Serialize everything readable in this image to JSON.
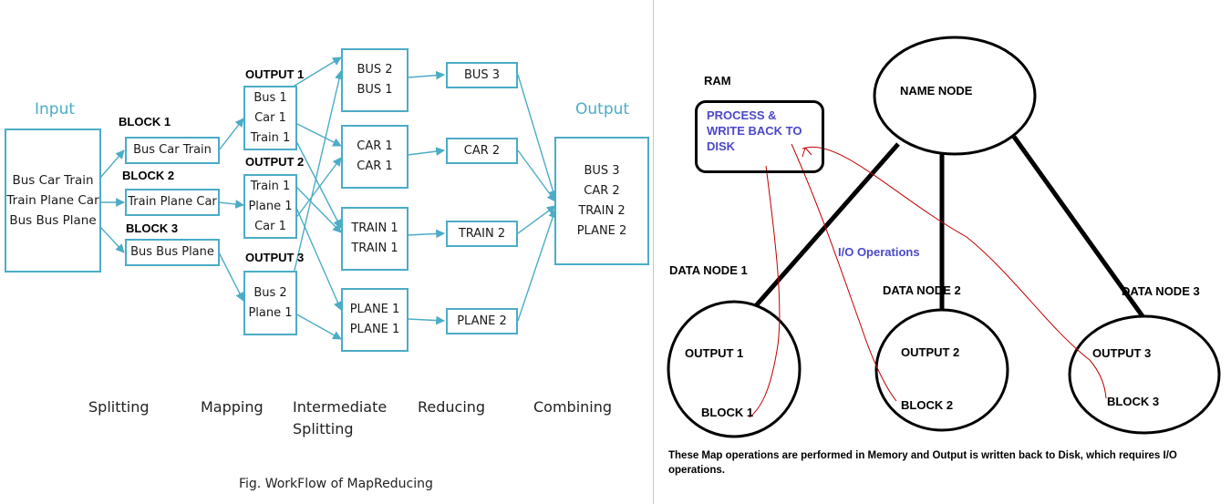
{
  "mapreduce": {
    "input_title": "Input",
    "output_title": "Output",
    "input_lines": [
      "Bus Car Train",
      "Train Plane Car",
      "Bus Bus Plane"
    ],
    "blocks": [
      {
        "label": "BLOCK 1",
        "text": "Bus Car Train"
      },
      {
        "label": "BLOCK 2",
        "text": "Train Plane Car"
      },
      {
        "label": "BLOCK 3",
        "text": "Bus Bus Plane"
      }
    ],
    "outputs": [
      {
        "label": "OUTPUT 1",
        "lines": [
          "Bus 1",
          "Car 1",
          "Train 1"
        ]
      },
      {
        "label": "OUTPUT 2",
        "lines": [
          "Train 1",
          "Plane 1",
          "Car 1"
        ]
      },
      {
        "label": "OUTPUT 3",
        "lines": [
          "Bus 2",
          "Plane 1"
        ]
      }
    ],
    "intermediate": [
      [
        "BUS 2",
        "BUS 1"
      ],
      [
        "CAR 1",
        "CAR 1"
      ],
      [
        "TRAIN 1",
        "TRAIN 1"
      ],
      [
        "PLANE 1",
        "PLANE 1"
      ]
    ],
    "reduced": [
      "BUS 3",
      "CAR  2",
      "TRAIN  2",
      "PLANE  2"
    ],
    "final_lines": [
      "BUS 3",
      "CAR 2",
      "TRAIN 2",
      "PLANE 2"
    ],
    "stages": [
      "Splitting",
      "Mapping",
      "Intermediate Splitting",
      "Reducing",
      "Combining"
    ],
    "stage_intermediate_lines": [
      "Intermediate",
      "Splitting"
    ],
    "caption": "Fig. WorkFlow of MapReducing"
  },
  "hdfs": {
    "ram_label": "RAM",
    "ram_box_text": "PROCESS & WRITE BACK TO DISK",
    "ram_box_lines": [
      "PROCESS &",
      "WRITE BACK TO",
      "DISK"
    ],
    "name_node": "NAME NODE",
    "io_label": "I/O Operations",
    "data_nodes": [
      {
        "label": "DATA NODE 1",
        "output": "OUTPUT 1",
        "block": "BLOCK 1"
      },
      {
        "label": "DATA NODE 2",
        "output": "OUTPUT 2",
        "block": "BLOCK 2"
      },
      {
        "label": "DATA NODE 3",
        "output": "OUTPUT 3",
        "block": "BLOCK 3"
      }
    ],
    "note": "These Map operations are performed in Memory and Output is written back to Disk, which requires I/O operations."
  },
  "colors": {
    "box_border": "#4bacc6",
    "arrow": "#4bacc6",
    "io_line": "#c00000",
    "ram_text": "#4a48c8"
  }
}
